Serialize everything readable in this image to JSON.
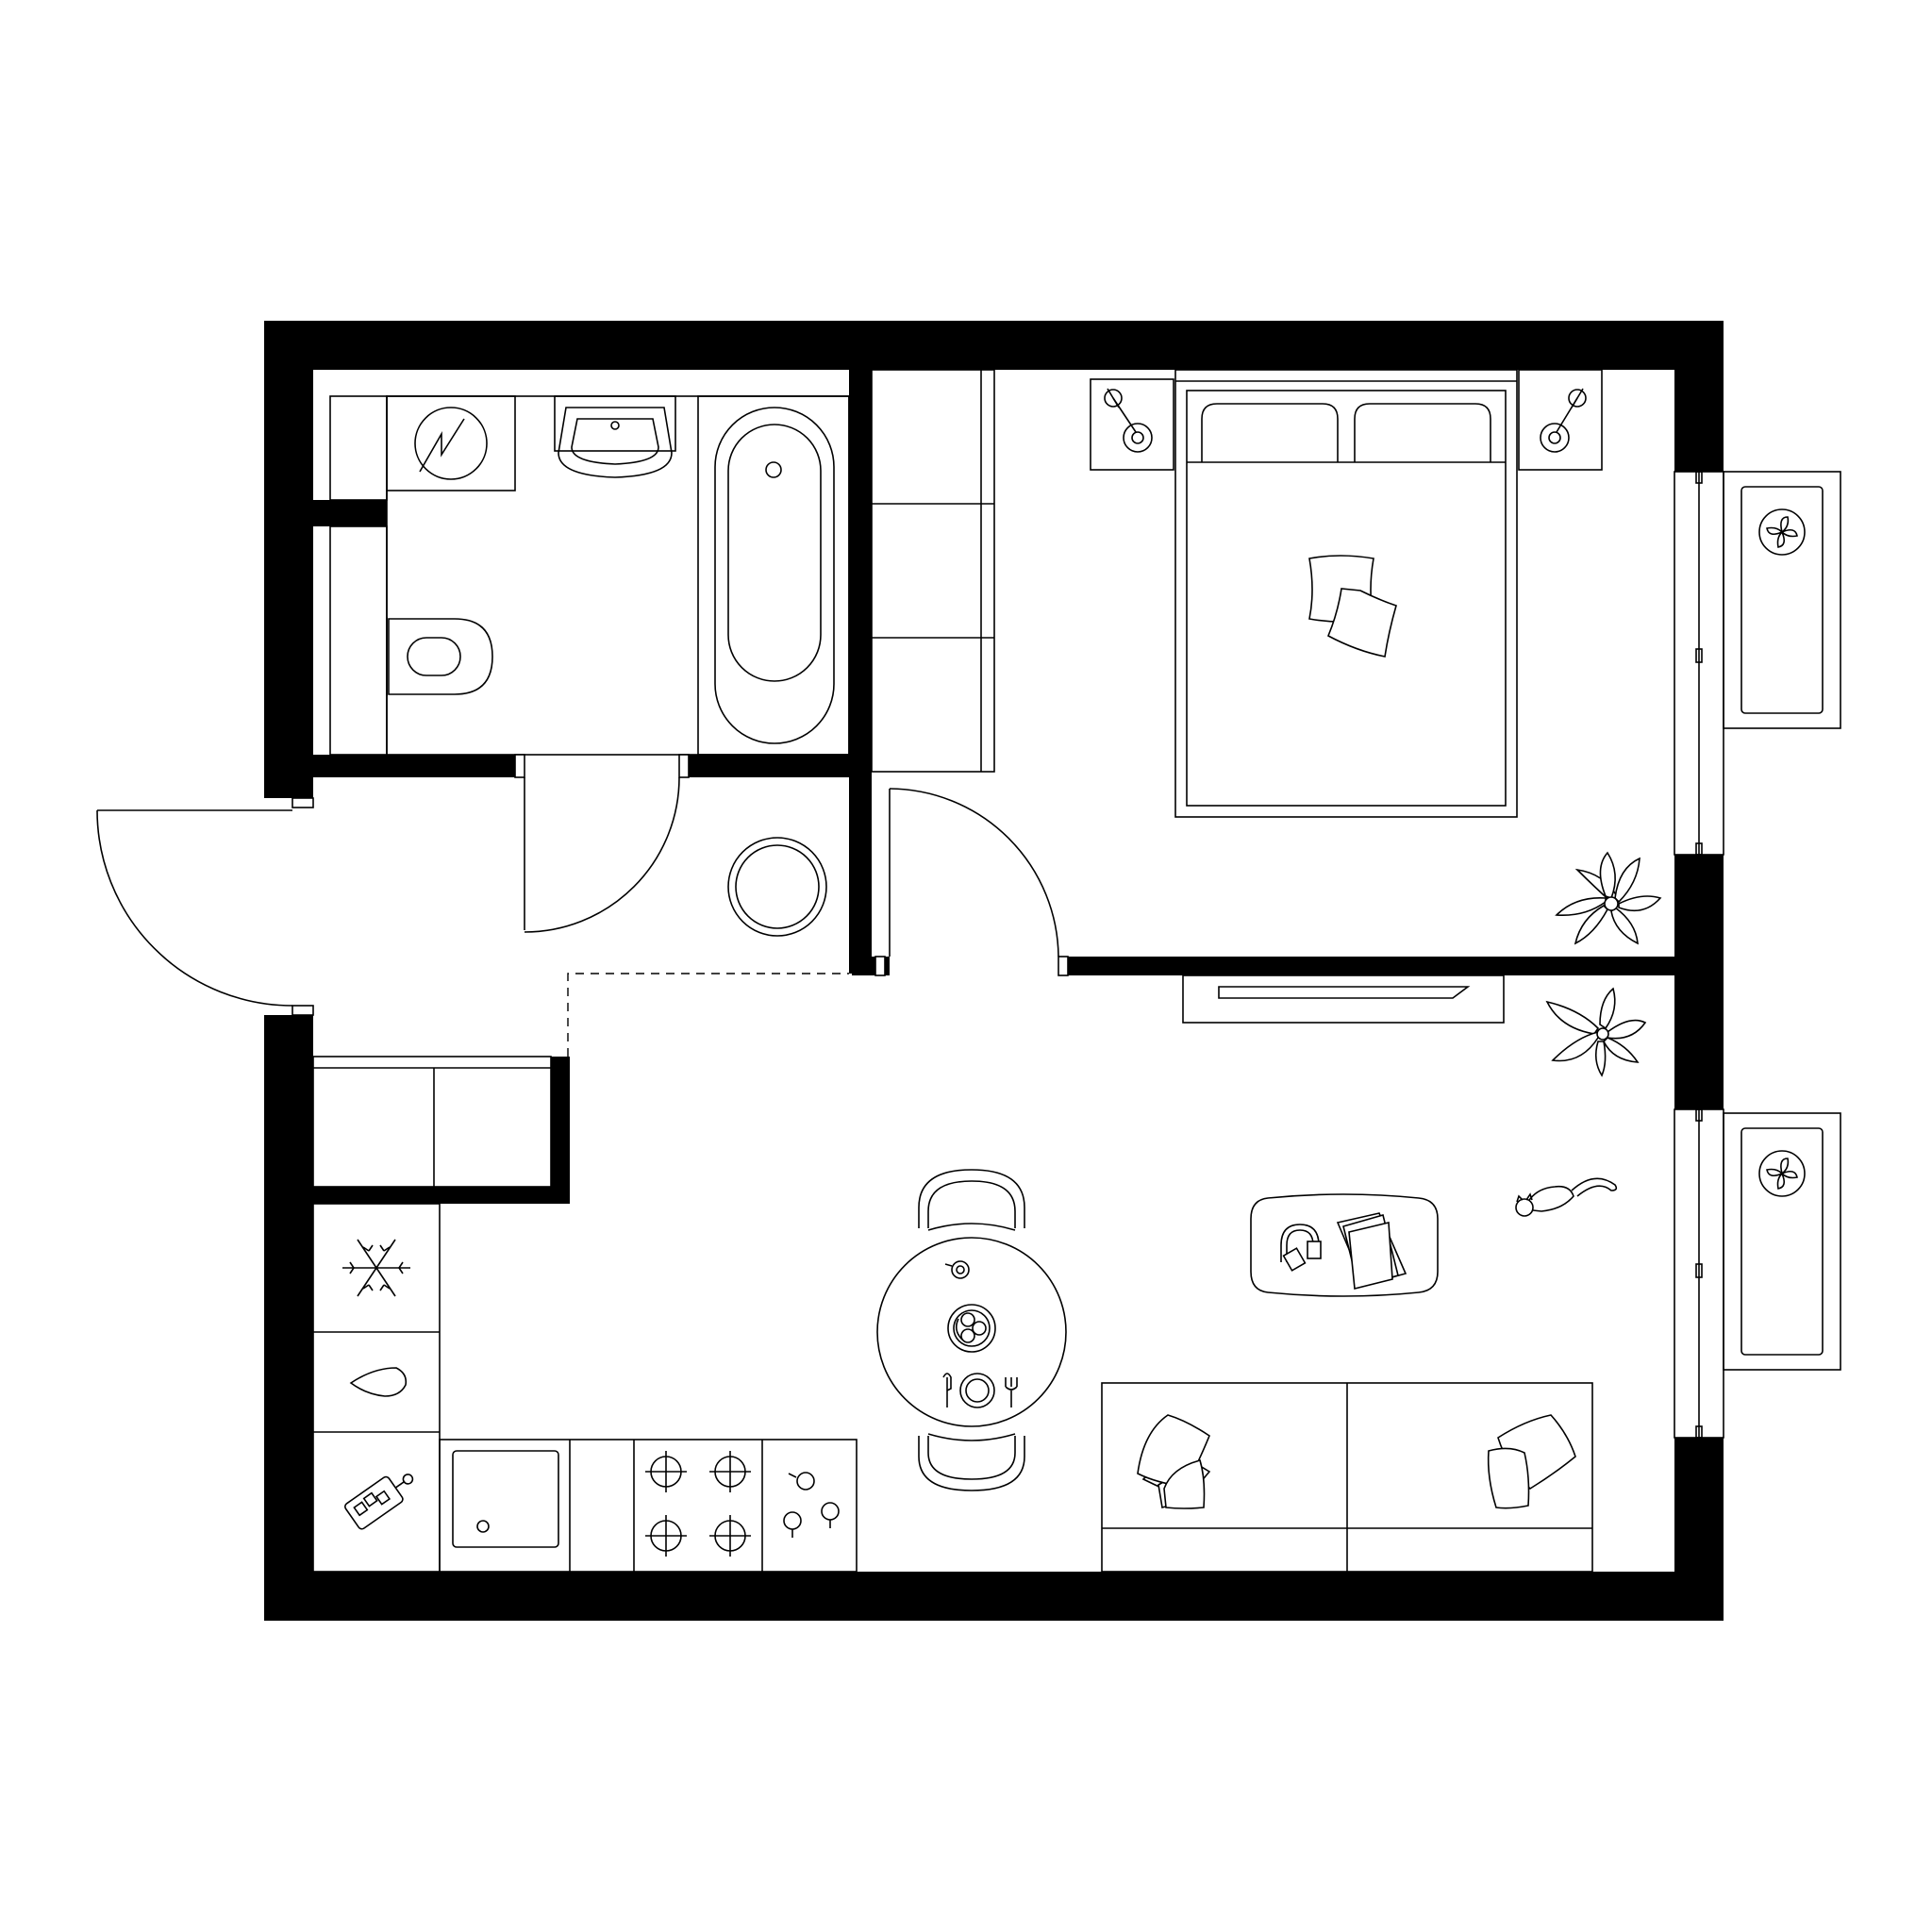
{
  "diagram": {
    "type": "floor-plan",
    "labels": [],
    "colors": {
      "wall": "#000000",
      "line": "#000000",
      "background": "#ffffff"
    },
    "rooms": [
      "bathroom",
      "toilet",
      "hallway",
      "bedroom",
      "kitchen-living-room"
    ],
    "icons": [
      "washing-machine-icon",
      "freezer-icon",
      "oven-icon",
      "cutting-board-icon",
      "stove-icon",
      "fan-icon",
      "plant-icon",
      "cat-icon",
      "headphones-icon"
    ]
  }
}
